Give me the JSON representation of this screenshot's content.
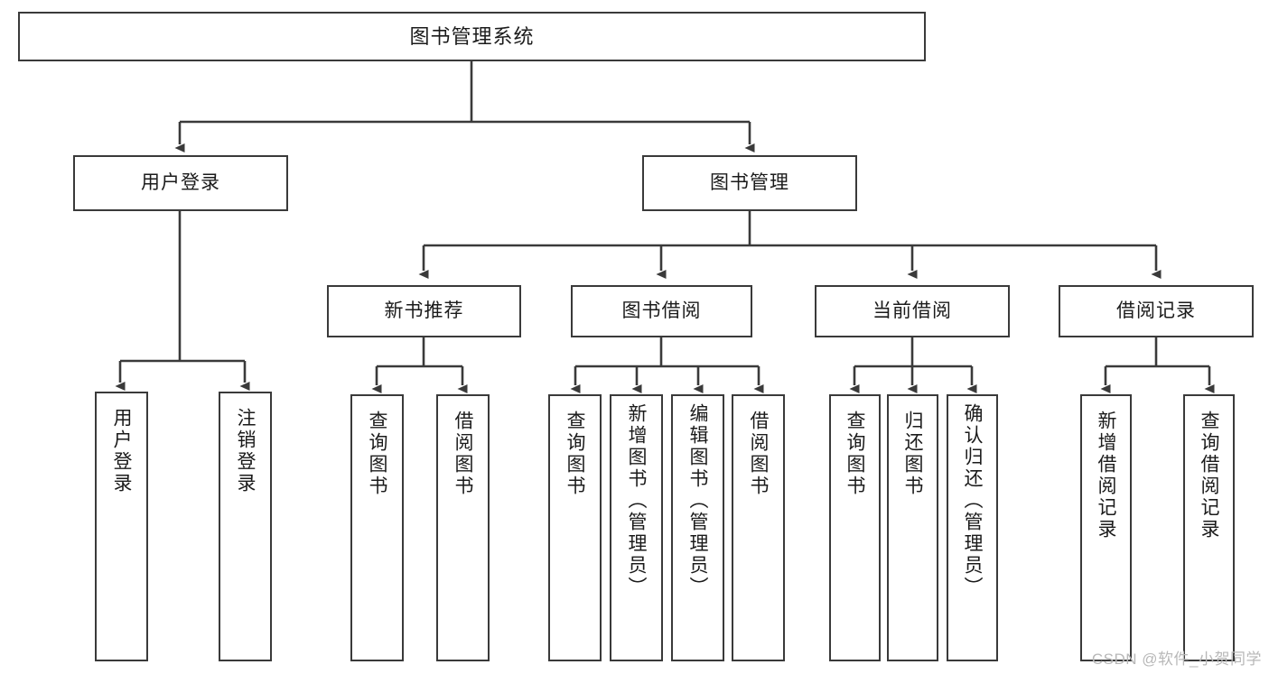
{
  "diagram": {
    "title": "图书管理系统",
    "type": "hierarchy-tree",
    "watermark": "CSDN @软件_小贺同学",
    "colors": {
      "box_border": "#3a3a3a",
      "box_fill": "#ffffff",
      "connector": "#3a3a3a",
      "text": "#1b1b1b",
      "watermark": "#b8b8b8"
    },
    "root": {
      "label": "图书管理系统"
    },
    "level1": [
      {
        "label": "用户登录"
      },
      {
        "label": "图书管理"
      }
    ],
    "level2": [
      {
        "label": "新书推荐"
      },
      {
        "label": "图书借阅"
      },
      {
        "label": "当前借阅"
      },
      {
        "label": "借阅记录"
      }
    ],
    "leaves": {
      "user_login": [
        {
          "label": "用户登录"
        },
        {
          "label": "注销登录"
        }
      ],
      "new_book_recommend": [
        {
          "label": "查询图书"
        },
        {
          "label": "借阅图书"
        }
      ],
      "book_borrow": [
        {
          "label": "查询图书"
        },
        {
          "label": "新增图书（管理员）"
        },
        {
          "label": "编辑图书（管理员）"
        },
        {
          "label": "借阅图书"
        }
      ],
      "current_borrow": [
        {
          "label": "查询图书"
        },
        {
          "label": "归还图书"
        },
        {
          "label": "确认归还（管理员）"
        }
      ],
      "borrow_record": [
        {
          "label": "新增借阅记录"
        },
        {
          "label": "查询借阅记录"
        }
      ]
    }
  }
}
